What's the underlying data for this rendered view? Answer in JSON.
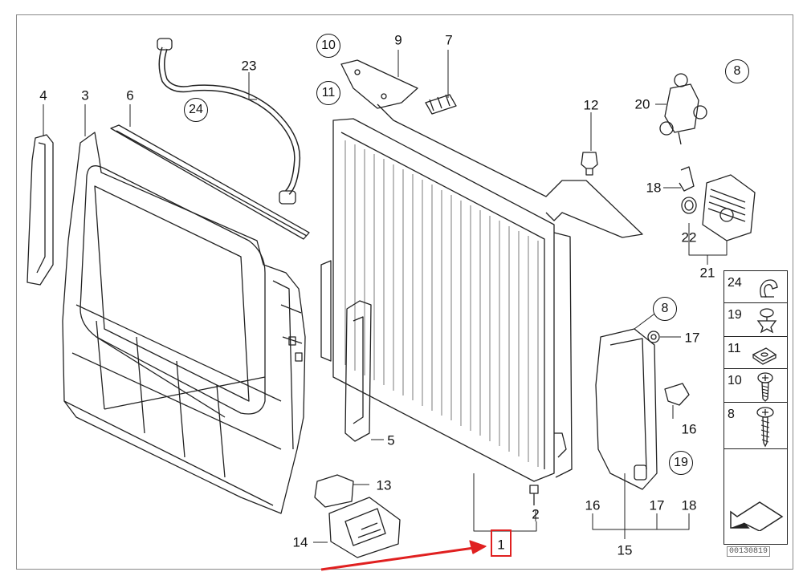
{
  "diagram": {
    "callouts": [
      {
        "id": "c1",
        "text": "1"
      },
      {
        "id": "c2",
        "text": "2"
      },
      {
        "id": "c3",
        "text": "3"
      },
      {
        "id": "c4",
        "text": "4"
      },
      {
        "id": "c5",
        "text": "5"
      },
      {
        "id": "c6",
        "text": "6"
      },
      {
        "id": "c7",
        "text": "7"
      },
      {
        "id": "c9",
        "text": "9"
      },
      {
        "id": "c12",
        "text": "12"
      },
      {
        "id": "c13",
        "text": "13"
      },
      {
        "id": "c14",
        "text": "14"
      },
      {
        "id": "c15",
        "text": "15"
      },
      {
        "id": "c16a",
        "text": "16"
      },
      {
        "id": "c16b",
        "text": "16"
      },
      {
        "id": "c17a",
        "text": "17"
      },
      {
        "id": "c17b",
        "text": "17"
      },
      {
        "id": "c18a",
        "text": "18"
      },
      {
        "id": "c18b",
        "text": "18"
      },
      {
        "id": "c20",
        "text": "20"
      },
      {
        "id": "c21",
        "text": "21"
      },
      {
        "id": "c22",
        "text": "22"
      },
      {
        "id": "c23",
        "text": "23"
      }
    ],
    "circled": [
      {
        "id": "k10",
        "text": "10"
      },
      {
        "id": "k11",
        "text": "11"
      },
      {
        "id": "k24",
        "text": "24"
      },
      {
        "id": "k8a",
        "text": "8"
      },
      {
        "id": "k8b",
        "text": "8"
      },
      {
        "id": "k19",
        "text": "19"
      }
    ],
    "hardware_panel": [
      {
        "id": "h24",
        "text": "24",
        "icon": "clip-icon"
      },
      {
        "id": "h19",
        "text": "19",
        "icon": "expanding-rivet-icon"
      },
      {
        "id": "h11",
        "text": "11",
        "icon": "nut-clip-icon"
      },
      {
        "id": "h10",
        "text": "10",
        "icon": "screw-icon"
      },
      {
        "id": "h8",
        "text": "8",
        "icon": "self-tapping-screw-icon"
      }
    ],
    "catalog_number": "00130819",
    "highlight_color": "#e02020"
  }
}
